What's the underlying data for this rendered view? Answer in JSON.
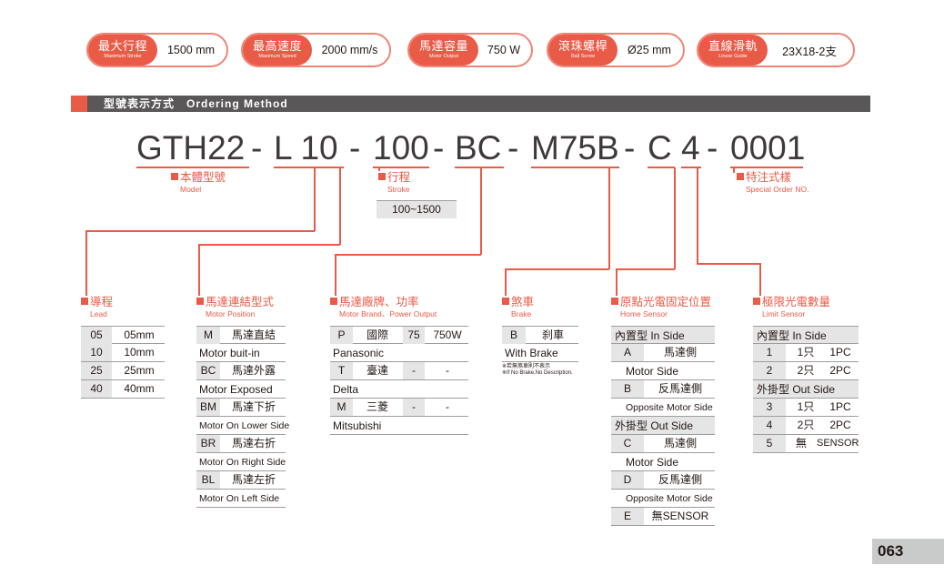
{
  "specs": [
    {
      "zh": "最大行程",
      "en": "Maximum Stroke",
      "value": "1500 mm"
    },
    {
      "zh": "最高速度",
      "en": "Maximum Speed",
      "value": "2000 mm/s"
    },
    {
      "zh": "馬達容量",
      "en": "Motor Output",
      "value": "750 W"
    },
    {
      "zh": "滾珠螺桿",
      "en": "Ball Screw",
      "value": "Ø25 mm"
    },
    {
      "zh": "直線滑軌",
      "en": "Linear Guide",
      "value": "23X18-2支"
    }
  ],
  "section_title": "型號表示方式　Ordering Method",
  "code": {
    "model": "GTH22",
    "lead": "L 10",
    "stroke": "100",
    "brand": "BC",
    "motor": "M75B",
    "home": "C",
    "limit": "4",
    "special": "0001",
    "dash": "-"
  },
  "model": {
    "zh": "本體型號",
    "en": "Model"
  },
  "stroke": {
    "zh": "行程",
    "en": "Stroke",
    "value": "100~1500"
  },
  "special": {
    "zh": "特注式樣",
    "en": "Special Order NO."
  },
  "lead": {
    "zh": "導程",
    "en": "Lead",
    "rows": [
      {
        "code": "05",
        "value": "05mm"
      },
      {
        "code": "10",
        "value": "10mm"
      },
      {
        "code": "25",
        "value": "25mm"
      },
      {
        "code": "40",
        "value": "40mm"
      }
    ]
  },
  "position": {
    "zh": "馬達連結型式",
    "en": "Motor Position",
    "rows": [
      {
        "code": "M",
        "zh": "馬達直結",
        "en": "Motor buit-in"
      },
      {
        "code": "BC",
        "zh": "馬達外露",
        "en": "Motor Exposed"
      },
      {
        "code": "BM",
        "zh": "馬達下折",
        "en": "Motor On Lower Side"
      },
      {
        "code": "BR",
        "zh": "馬達右折",
        "en": "Motor On Right Side"
      },
      {
        "code": "BL",
        "zh": "馬達左折",
        "en": "Motor On Left Side"
      }
    ]
  },
  "brand": {
    "zh": "馬達廠牌、功率",
    "en": "Motor Brand、Power Output",
    "rows": [
      {
        "code": "P",
        "zh": "國際",
        "num": "75",
        "power": "750W",
        "en": "Panasonic"
      },
      {
        "code": "T",
        "zh": "臺達",
        "num": "-",
        "power": "-",
        "en": "Delta"
      },
      {
        "code": "M",
        "zh": "三菱",
        "num": "-",
        "power": "-",
        "en": "Mitsubishi"
      }
    ]
  },
  "brake": {
    "zh": "煞車",
    "en": "Brake",
    "code": "B",
    "value": "刹車",
    "en_value": "With Brake",
    "note_zh": "※若無煞車則不表示",
    "note_en": "※If No Brake,No Description."
  },
  "home": {
    "zh": "原點光電固定位置",
    "en": "Home Sensor",
    "in_header": "內置型 In Side",
    "out_header": "外掛型 Out Side",
    "in_rows": [
      {
        "code": "A",
        "zh": "馬達側",
        "en": "Motor Side"
      },
      {
        "code": "B",
        "zh": "反馬達側",
        "en": "Opposite Motor Side"
      }
    ],
    "out_rows": [
      {
        "code": "C",
        "zh": "馬達側",
        "en": "Motor Side"
      },
      {
        "code": "D",
        "zh": "反馬達側",
        "en": "Opposite Motor Side"
      }
    ],
    "last": {
      "code": "E",
      "value": "無SENSOR"
    }
  },
  "limit": {
    "zh": "極限光電數量",
    "en": "Limit Sensor",
    "in_header": "內置型 In Side",
    "out_header": "外掛型 Out Side",
    "in_rows": [
      {
        "code": "1",
        "qty": "1只",
        "type": "1PC"
      },
      {
        "code": "2",
        "qty": "2只",
        "type": "2PC"
      }
    ],
    "out_rows": [
      {
        "code": "3",
        "qty": "1只",
        "type": "1PC"
      },
      {
        "code": "4",
        "qty": "2只",
        "type": "2PC"
      }
    ],
    "last": {
      "code": "5",
      "qty": "無",
      "type": "SENSOR"
    }
  },
  "page_number": "063"
}
